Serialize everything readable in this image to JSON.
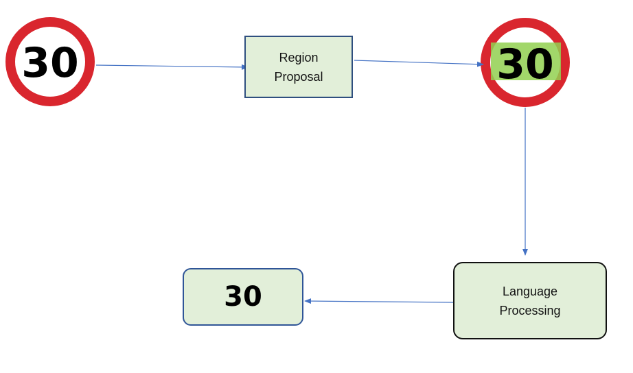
{
  "nodes": {
    "input_sign": {
      "label": "30"
    },
    "region_proposal": {
      "label": "Region Proposal"
    },
    "highlighted_sign": {
      "label": "30"
    },
    "language_processing": {
      "label": "Language Processing"
    },
    "output": {
      "label": "30"
    }
  },
  "edges": [
    {
      "from": "input_sign",
      "to": "region_proposal"
    },
    {
      "from": "region_proposal",
      "to": "highlighted_sign"
    },
    {
      "from": "highlighted_sign",
      "to": "language_processing"
    },
    {
      "from": "language_processing",
      "to": "output"
    }
  ],
  "colors": {
    "sign_ring": "#d9262e",
    "highlight": "#92d050",
    "box_fill": "#e2efd9",
    "arrow": "#4472c4"
  },
  "icons": {
    "input_sign": "speed-limit-sign-icon",
    "highlighted_sign": "speed-limit-sign-highlighted-icon"
  }
}
